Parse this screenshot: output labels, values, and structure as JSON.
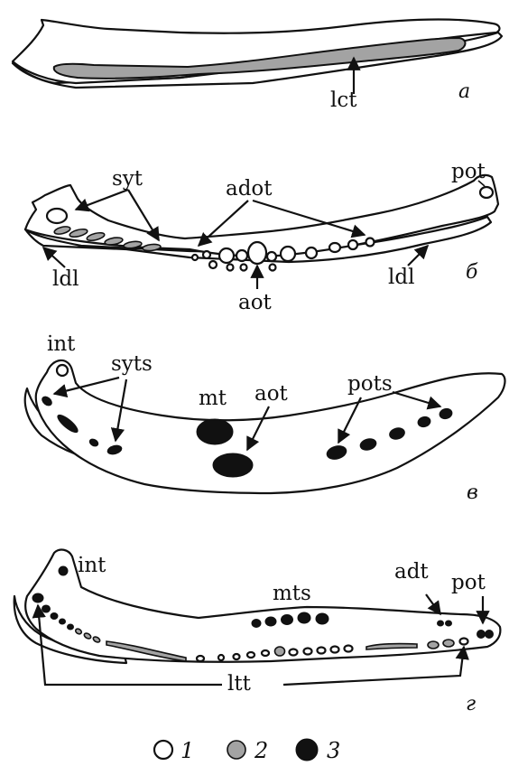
{
  "colors": {
    "open": "#ffffff",
    "grey": "#a3a3a3",
    "black": "#111111",
    "line": "#111111"
  },
  "panel_a": {
    "tag": "а",
    "labels": {
      "lct": "lct"
    }
  },
  "panel_b": {
    "tag": "б",
    "labels": {
      "syt": "syt",
      "adot": "adot",
      "pot": "pot",
      "ldl_left": "ldl",
      "ldl_right": "ldl",
      "aot": "aot"
    }
  },
  "panel_c": {
    "tag": "в",
    "labels": {
      "int": "int",
      "syts": "syts",
      "mt": "mt",
      "aot": "aot",
      "pots": "pots"
    }
  },
  "panel_d": {
    "tag": "г",
    "labels": {
      "int": "int",
      "mts": "mts",
      "adt": "adt",
      "pot": "pot",
      "ltt": "ltt"
    }
  },
  "legend": {
    "items": [
      {
        "symbol": "open",
        "label": "1"
      },
      {
        "symbol": "grey",
        "label": "2"
      },
      {
        "symbol": "black",
        "label": "3"
      }
    ]
  }
}
